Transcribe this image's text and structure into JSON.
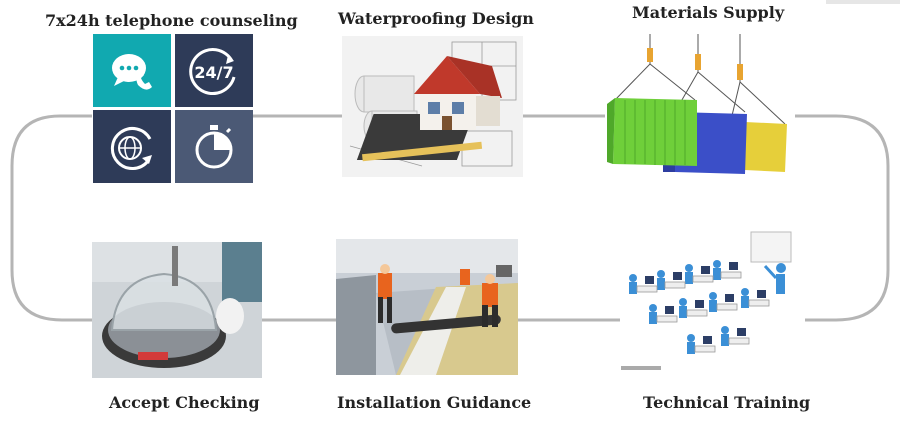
{
  "steps": [
    {
      "id": "telephone",
      "title": "7x24h telephone counseling"
    },
    {
      "id": "design",
      "title": "Waterproofing  Design"
    },
    {
      "id": "materials",
      "title": "Materials Supply"
    },
    {
      "id": "training",
      "title": "Technical Training"
    },
    {
      "id": "installation",
      "title": "Installation Guidance"
    },
    {
      "id": "checking",
      "title": "Accept Checking"
    }
  ],
  "icons": {
    "tile1": "chat-phone-icon",
    "tile2": "24-7-icon",
    "tile2_text": "24/7",
    "tile3": "globe-icon",
    "tile4": "stopwatch-icon"
  },
  "colors": {
    "teal": "#11a9b0",
    "navy": "#2e3b58",
    "loop": "#b5b5b5",
    "container_green": "#6fcf3a",
    "container_blue": "#3b4fc8",
    "container_yellow": "#e6cf3a",
    "figure_blue": "#3b8fd6"
  }
}
